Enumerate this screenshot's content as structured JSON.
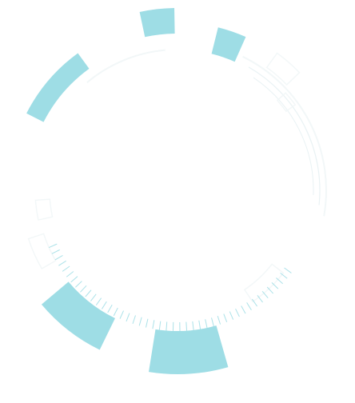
{
  "theme": {
    "background": "#ffffff",
    "accent": "#9edde5",
    "accent_alpha": "#c7eef3",
    "stroke_light": "#f2f7f8",
    "stroke_faint": "#e9f2f4",
    "tick_color": "#9edde5"
  },
  "hud": {
    "name": "circular-hud-frame",
    "segments": [
      {
        "name": "arc-segment-top-left"
      },
      {
        "name": "arc-segment-top-center"
      },
      {
        "name": "arc-segment-top-right"
      },
      {
        "name": "arc-segment-bottom-left"
      },
      {
        "name": "arc-segment-bottom-right"
      }
    ],
    "tick_ring": {
      "name": "tick-ring-bottom",
      "count": 44
    }
  }
}
